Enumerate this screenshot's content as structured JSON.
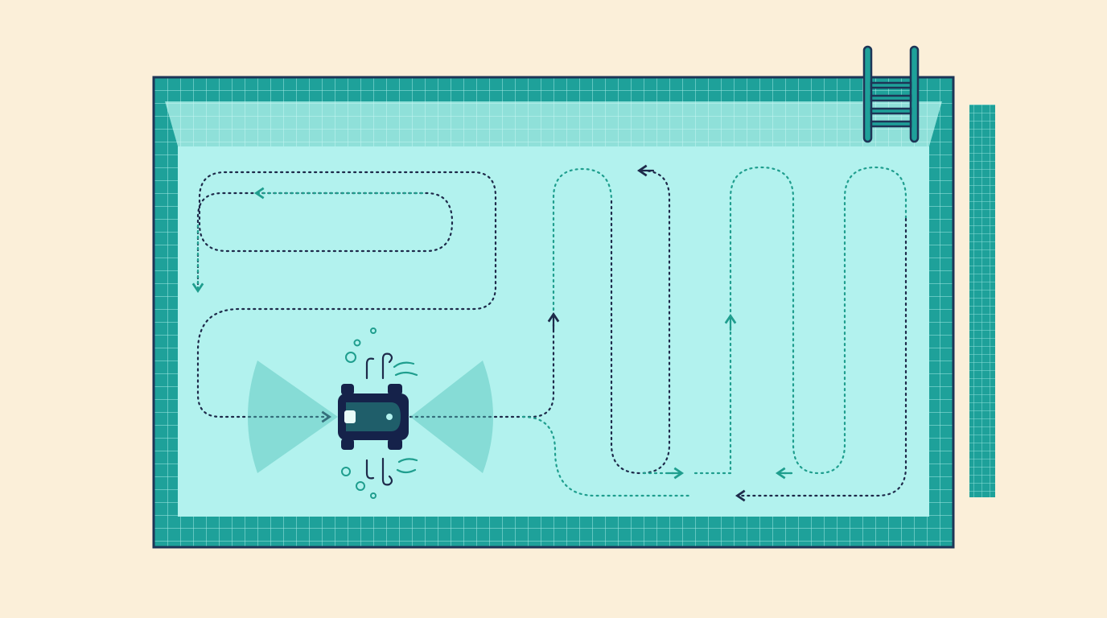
{
  "colors": {
    "background": "#fbefd9",
    "pool_outline": "#1d3557",
    "pool_tile": "#1ea19a",
    "pool_tile_dark": "#14867f",
    "pool_wall_light": "#8fe0d9",
    "water": "#b2f2ee",
    "path_dark": "#1e2a4a",
    "path_teal": "#1f9e8e",
    "robot_body": "#1f5e6a",
    "robot_outline": "#15224a",
    "sensor_cone": "#4fc2b8"
  },
  "icons": {
    "robot": "pool-cleaner-robot-icon",
    "ladder": "pool-ladder-icon",
    "bubbles": "bubble-icon",
    "motion": "motion-swirl-icon",
    "arrow": "arrowhead-icon"
  },
  "pool": {
    "has_ladder": true,
    "side_tile_strip": true
  },
  "robot": {
    "sensor_cones": 2,
    "wheels": 4
  },
  "path": {
    "style": "dotted",
    "segments": 3
  }
}
